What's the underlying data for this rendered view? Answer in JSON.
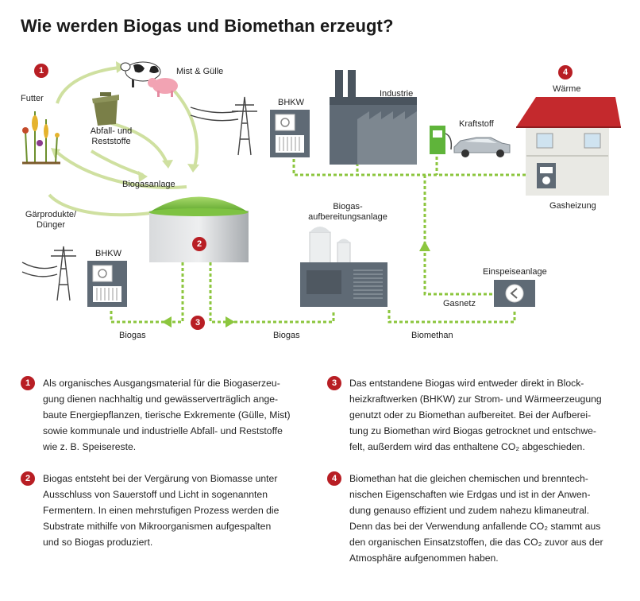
{
  "title": "Wie werden Biogas und Biomethan erzeugt?",
  "diagram": {
    "labels": {
      "mist": "Mist & Gülle",
      "futter": "Futter",
      "abfall": "Abfall- und\nReststoffe",
      "biogasanlage": "Biogasanlage",
      "gaerprodukte": "Gärprodukte/\nDünger",
      "bhkw_top": "BHKW",
      "bhkw_bottom": "BHKW",
      "industrie": "Industrie",
      "kraftstoff": "Kraftstoff",
      "waerme": "Wärme",
      "gasheizung": "Gasheizung",
      "aufbereitung": "Biogas-\naufbereitungsanlage",
      "einspeise": "Einspeiseanlage",
      "gasnetz": "Gasnetz",
      "biogas_left": "Biogas",
      "biogas_mid": "Biogas",
      "biomethan": "Biomethan"
    },
    "badges": {
      "b1": "1",
      "b2": "2",
      "b3": "3",
      "b4": "4"
    }
  },
  "notes": [
    {
      "num": "1",
      "text": "Als organisches Ausgangsmaterial für die Biogaserzeu-\ngung dienen nachhaltig und gewässerverträglich ange-\nbaute Energiepflanzen, tierische Exkremente (Gülle, Mist)\nsowie kommunale und industrielle Abfall- und Reststoffe\nwie z. B. Speisereste."
    },
    {
      "num": "2",
      "text": "Biogas entsteht bei der Vergärung von Biomasse unter\nAusschluss von Sauerstoff und Licht in sogenannten\nFermentern. In einen mehrstufigen Prozess werden die\nSubstrate mithilfe von Mikroorganismen aufgespalten\nund so Biogas produziert."
    },
    {
      "num": "3",
      "text": "Das entstandene Biogas wird entweder direkt in Block-\nheizkraftwerken (BHKW) zur Strom- und Wärmeerzeugung\ngenutzt oder zu Biomethan aufbereitet. Bei der Aufberei-\ntung zu Biomethan wird Biogas getrocknet und entschwe-\nfelt, außerdem wird das enthaltene CO₂ abgeschieden."
    },
    {
      "num": "4",
      "text": "Biomethan hat die gleichen chemischen und brenntech-\nnischen Eigenschaften wie Erdgas und ist in der Anwen-\ndung genauso effizient und zudem nahezu klimaneutral.\nDenn das bei der Verwendung anfallende CO₂ stammt aus\nden organischen Einsatzstoffen, die das CO₂ zuvor aus der\nAtmosphäre aufgenommen haben."
    }
  ],
  "colors": {
    "accent_red": "#b81e24",
    "green": "#8cc63e",
    "light_green": "#cfe0a0",
    "gray": "#5f6a75"
  }
}
